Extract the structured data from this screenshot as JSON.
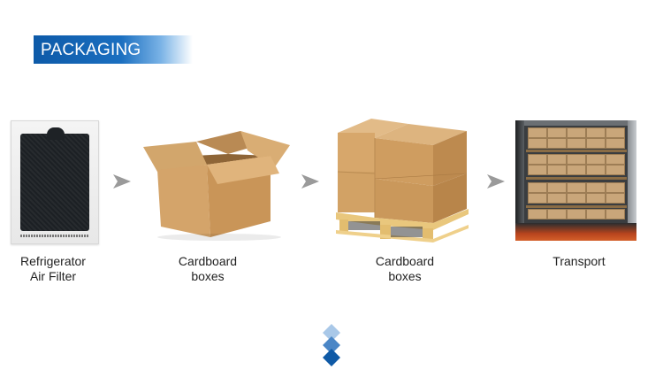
{
  "banner": {
    "title": "PACKAGING"
  },
  "steps": [
    {
      "name": "refrigerator-air-filter",
      "caption_line1": "Refrigerator",
      "caption_line2": "Air Filter"
    },
    {
      "name": "cardboard-box",
      "caption_line1": "Cardboard",
      "caption_line2": "boxes"
    },
    {
      "name": "palletized-boxes",
      "caption_line1": "Cardboard",
      "caption_line2": "boxes"
    },
    {
      "name": "transport",
      "caption_line1": "Transport",
      "caption_line2": ""
    }
  ],
  "icons": {
    "arrow": "arrow-right-icon",
    "footer": "stacked-diamonds-icon"
  },
  "colors": {
    "banner_blue": "#0d5aa8",
    "arrow_gray": "#9a9a9a",
    "diamond_dark": "#0f5aa6",
    "diamond_mid": "#4a86c6",
    "diamond_light": "#a9c8e8"
  }
}
